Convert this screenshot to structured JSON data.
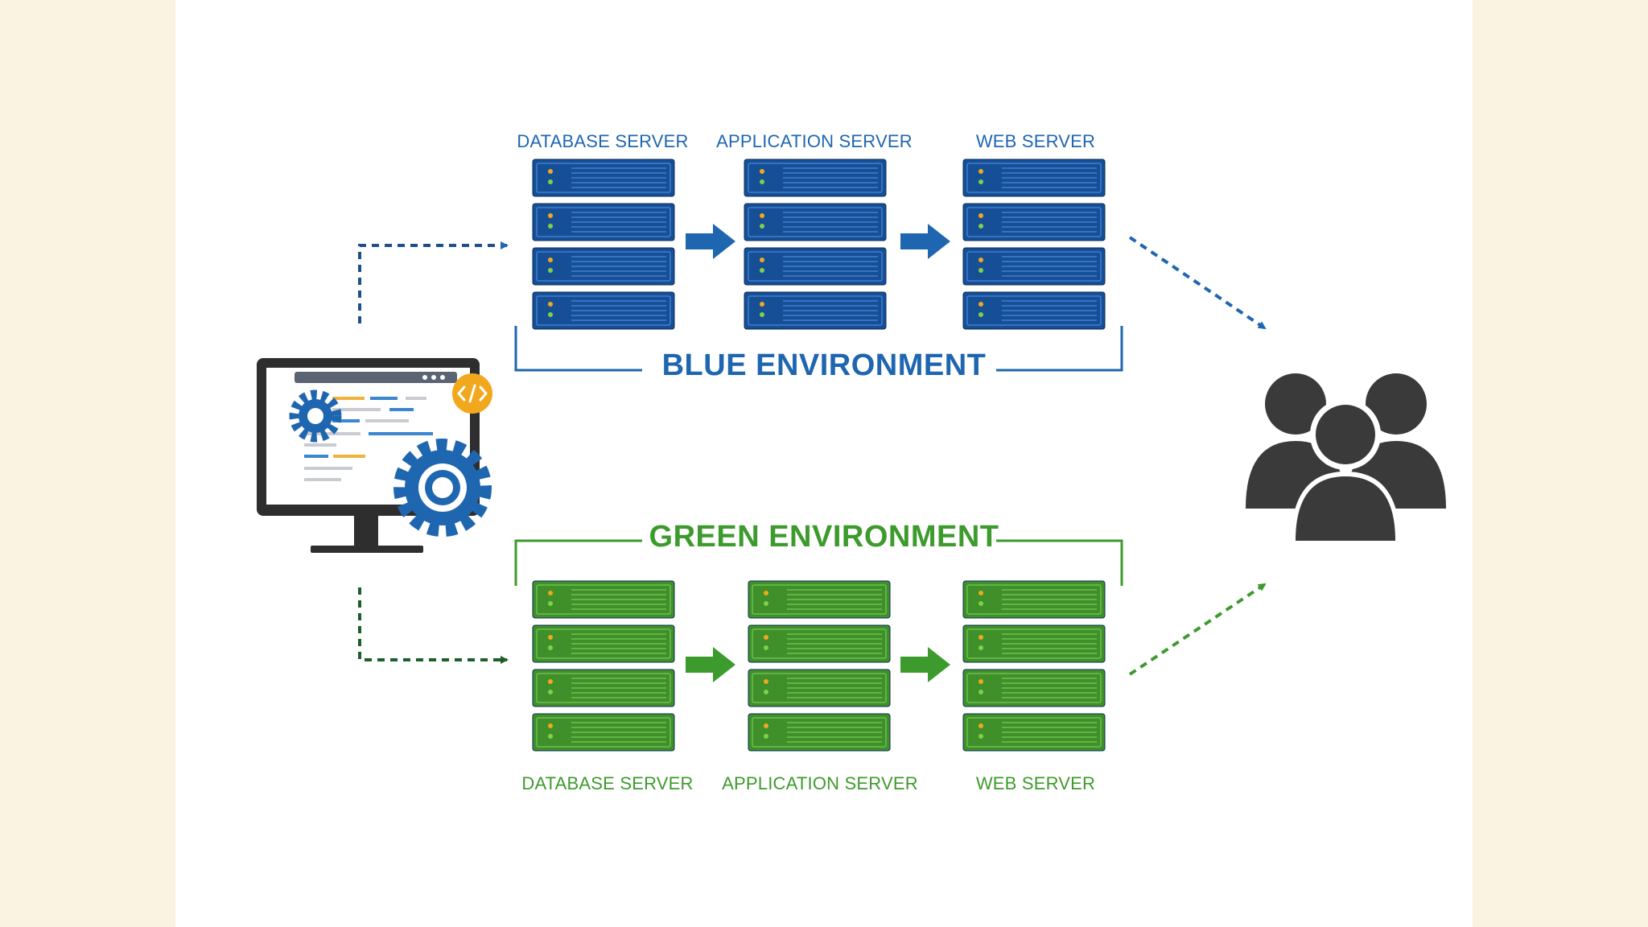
{
  "blue_environment": {
    "title": "BLUE ENVIRONMENT",
    "color": "#1f66b0",
    "servers": [
      {
        "label": "DATABASE SERVER"
      },
      {
        "label": "APPLICATION SERVER"
      },
      {
        "label": "WEB SERVER"
      }
    ]
  },
  "green_environment": {
    "title": "GREEN ENVIRONMENT",
    "color": "#3d9a2d",
    "servers": [
      {
        "label": "DATABASE SERVER"
      },
      {
        "label": "APPLICATION SERVER"
      },
      {
        "label": "WEB SERVER"
      }
    ]
  },
  "icons": {
    "developer": "monitor-with-gears-icon",
    "code_badge": "code-icon",
    "users": "users-group-icon"
  },
  "colors": {
    "page_background": "#fbf3e2",
    "canvas": "#ffffff",
    "blue_rack": "#164f96",
    "green_rack": "#3f8f2a",
    "users": "#3a3a3a"
  }
}
